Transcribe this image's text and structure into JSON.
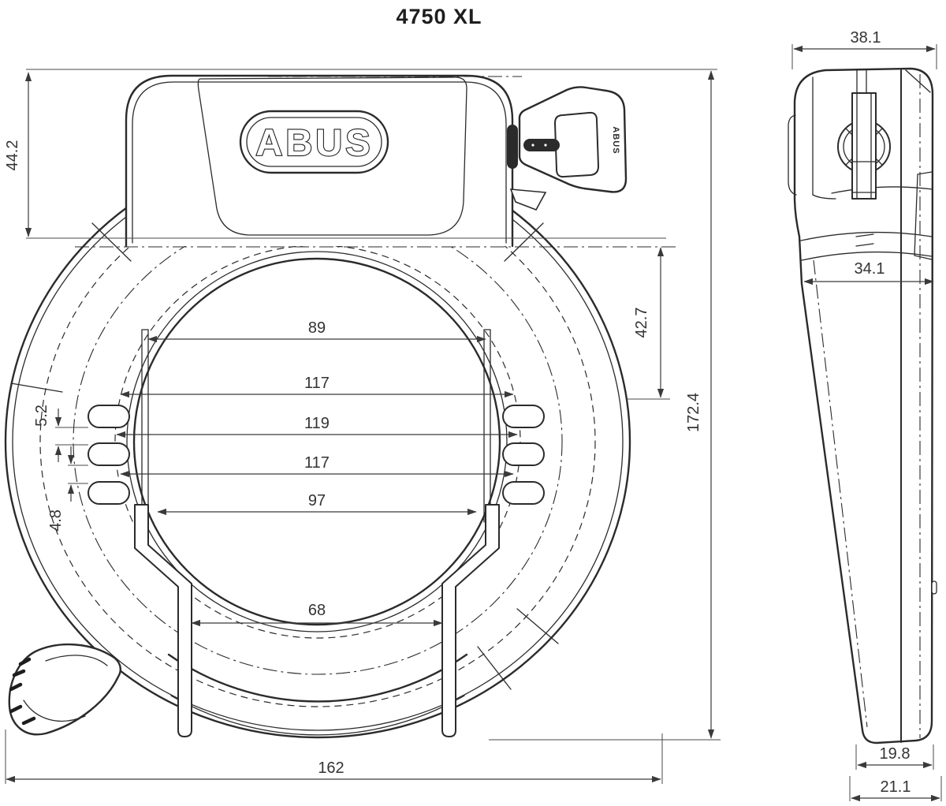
{
  "title": "4750 XL",
  "brand": "ABUS",
  "colors": {
    "line": "#2b2b2b",
    "dimension": "#3a3a3a",
    "background": "#ffffff"
  },
  "front_view": {
    "dims": {
      "housing_height": "44.2",
      "upper_inner_width": "89",
      "slot_span_upper": "117",
      "slot_span_middle": "119",
      "slot_span_lower": "117",
      "slot_span_bottom": "97",
      "slot_gap_upper": "5.2",
      "slot_gap_lower": "4.8",
      "center_offset": "42.7",
      "mouth_width": "68",
      "overall_width": "162",
      "overall_height": "172.4"
    }
  },
  "side_view": {
    "dims": {
      "overall_depth": "38.1",
      "body_depth": "34.1",
      "foot_depth": "19.8",
      "base_depth": "21.1"
    }
  }
}
